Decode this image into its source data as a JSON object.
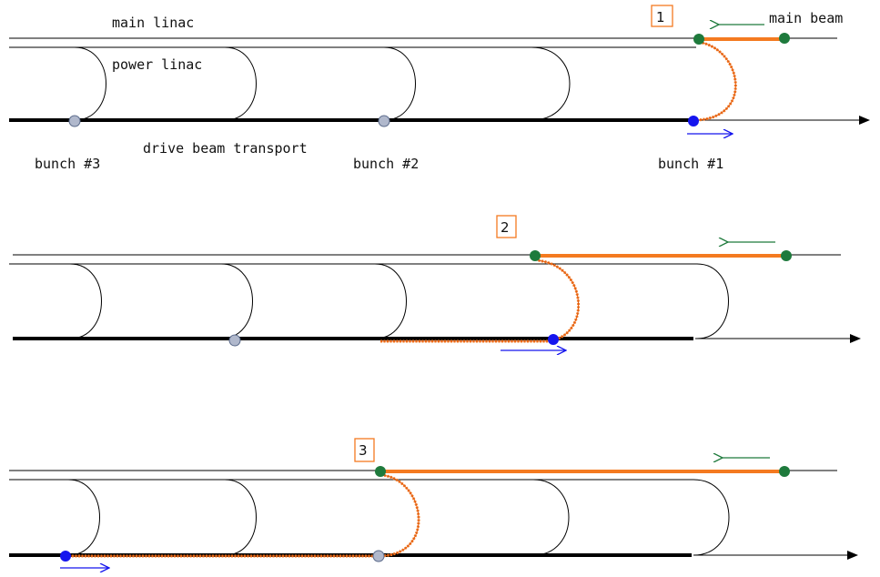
{
  "labels": {
    "main_linac": "main linac",
    "main_beam": "main beam",
    "power_linac": "power linac",
    "drive_beam_transport": "drive beam transport",
    "bunch3": "bunch #3",
    "bunch2": "bunch #2",
    "bunch1": "bunch #1"
  },
  "stages": [
    {
      "number": "1"
    },
    {
      "number": "2"
    },
    {
      "number": "3"
    }
  ],
  "colors": {
    "rf_pulse": "#f47a20",
    "main_beam_bunch": "#1e7a3c",
    "main_beam_arrow": "#1e7a3c",
    "drive_bunch_active": "#1515ee",
    "drive_bunch_idle": "#b0b8cc",
    "drive_arrow": "#1515ee",
    "stage_box": "#f47a20"
  }
}
